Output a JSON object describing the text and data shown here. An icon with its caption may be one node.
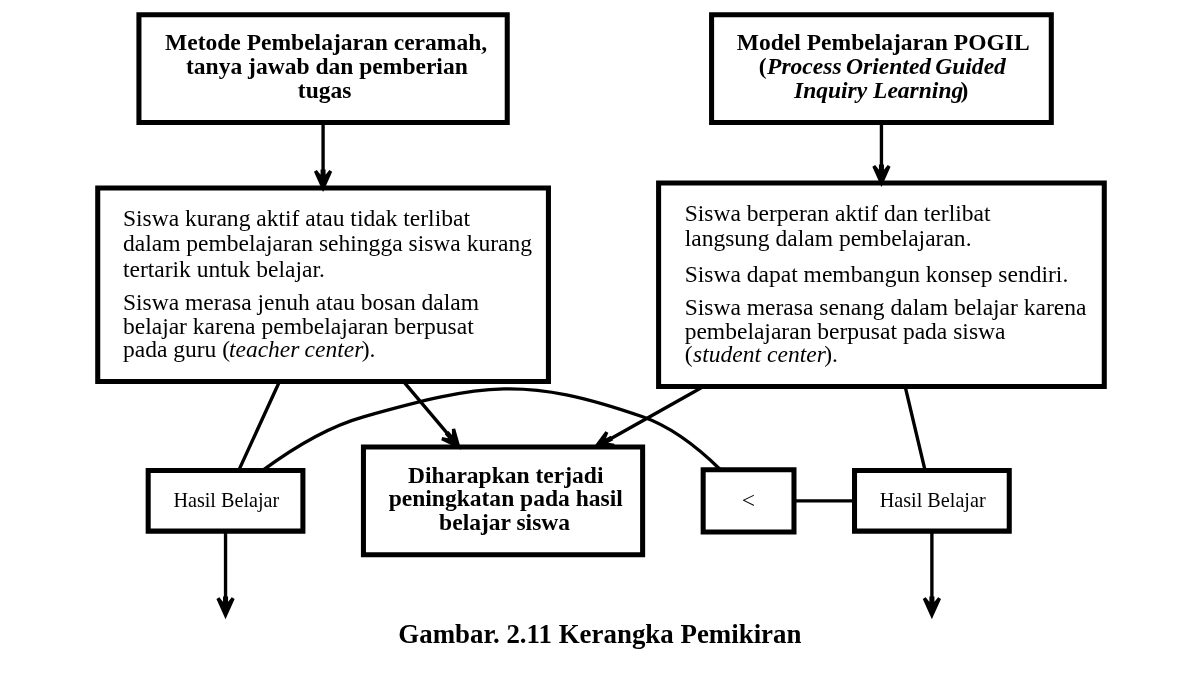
{
  "diagram": {
    "caption": "Gambar. 2.11 Kerangka Pemikiran",
    "nodes": [
      {
        "text": [
          "Metode Pembelajaran ceramah, tanya jawab dan pemberian tugas"
        ]
      },
      {
        "text": [
          "Model Pembelajaran POGIL (*Process Oriented Guided Inquiry Learning*)"
        ]
      },
      {
        "text": [
          "Siswa kurang aktif atau tidak terlibat dalam pembelajaran sehingga siswa kurang tertarik untuk belajar.",
          "Siswa merasa jenuh atau bosan dalam belajar karena pembelajaran berpusat pada guru (*teacher center*)."
        ]
      },
      {
        "text": [
          "Siswa berperan aktif dan terlibat langsung dalam pembelajaran.",
          "Siswa dapat membangun konsep sendiri.",
          "Siswa merasa senang dalam belajar karena pembelajaran berpusat pada siswa (*student center*)."
        ]
      },
      {
        "text": [
          "Diharapkan terjadi peningkatan pada hasil belajar siswa"
        ]
      },
      {
        "text": [
          "Hasil Belajar"
        ]
      },
      {
        "text": [
          "<"
        ]
      },
      {
        "text": [
          "Hasil Belajar"
        ]
      }
    ],
    "edges": [
      {
        "from": 0,
        "to": 2,
        "arrow": "to"
      },
      {
        "from": 1,
        "to": 3,
        "arrow": "to"
      },
      {
        "from": 2,
        "to": 4,
        "arrow": "to"
      },
      {
        "from": 3,
        "to": 4,
        "arrow": "to"
      },
      {
        "from": 2,
        "to": 5,
        "arrow": "none"
      },
      {
        "from": 3,
        "to": 7,
        "arrow": "none"
      },
      {
        "from": 5,
        "to": 6,
        "arrow": "none"
      },
      {
        "from": 7,
        "to": 6,
        "arrow": "none"
      },
      {
        "from": 5,
        "to": null,
        "arrow": "to"
      },
      {
        "from": 7,
        "to": null,
        "arrow": "to"
      }
    ]
  }
}
